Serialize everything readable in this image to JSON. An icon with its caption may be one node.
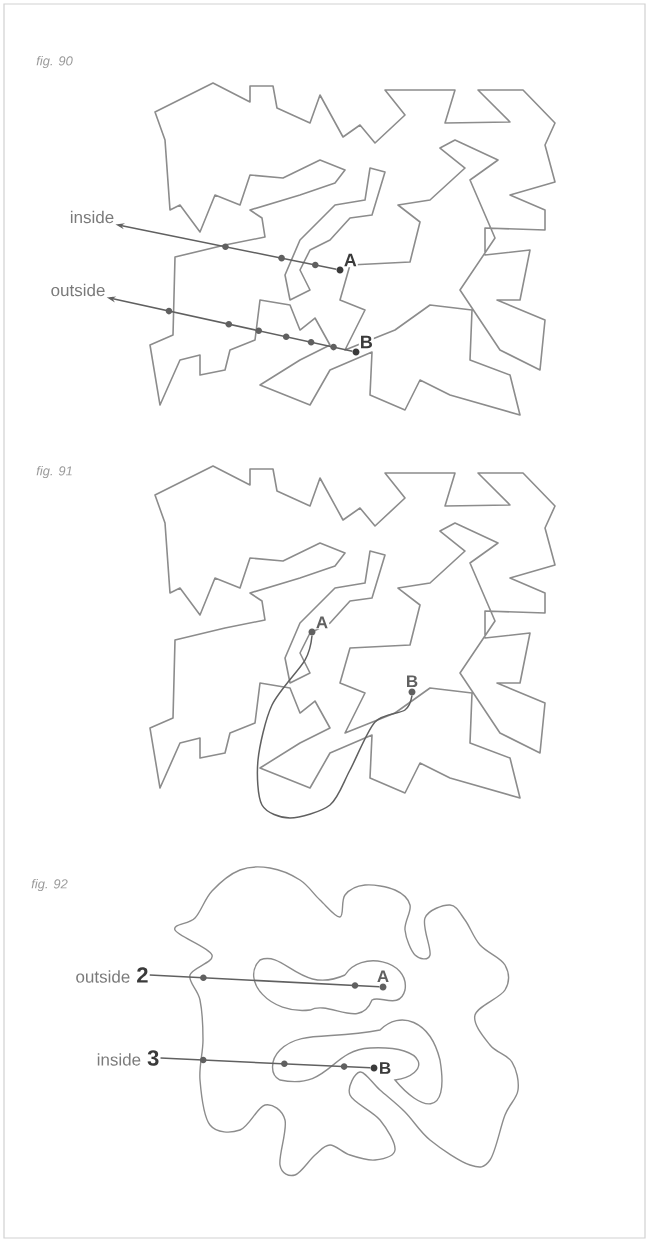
{
  "diagram": {
    "nodes": [
      {
        "text": [
          "inside"
        ]
      },
      {
        "text": [
          "outside"
        ]
      },
      {
        "text": [
          "A"
        ]
      },
      {
        "text": [
          "B"
        ]
      },
      {
        "text": [
          "A"
        ]
      },
      {
        "text": [
          "B"
        ]
      },
      {
        "text": [
          "outside",
          "2"
        ]
      },
      {
        "text": [
          "inside",
          "3"
        ]
      },
      {
        "text": [
          "A"
        ]
      },
      {
        "text": [
          "B"
        ]
      }
    ],
    "edges": [
      {
        "from": 2,
        "to": 0,
        "arrow": "to"
      },
      {
        "from": 3,
        "to": 1,
        "arrow": "to"
      },
      {
        "from": 4,
        "to": 5,
        "arrow": "none"
      },
      {
        "from": 8,
        "to": 6,
        "arrow": "none"
      },
      {
        "from": 9,
        "to": 7,
        "arrow": "none"
      }
    ],
    "labels": [
      "fig. 90",
      "fig. 91",
      "fig. 92"
    ]
  }
}
